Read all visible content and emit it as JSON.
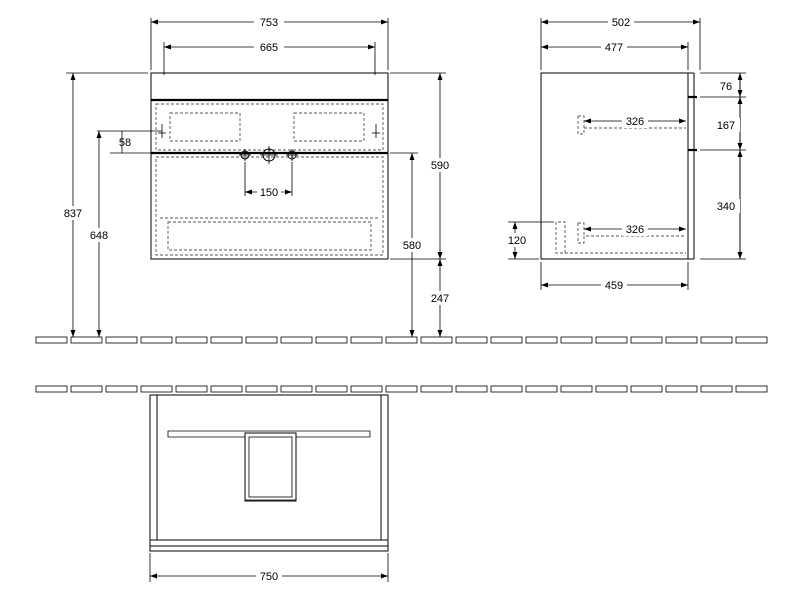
{
  "front": {
    "overall_width": "753",
    "basin_width": "665",
    "offset_58": "58",
    "tap_spacing": "150",
    "total_height": "837",
    "waste_height": "648",
    "cabinet_height": "590",
    "side_height": "580",
    "floor_clearance": "247"
  },
  "side": {
    "overall_depth": "502",
    "cabinet_depth": "477",
    "top_gap": "76",
    "upper_gap": "167",
    "lower_drawer": "340",
    "upper_drawer_depth": "326",
    "lower_drawer_depth": "326",
    "plinth_height": "120",
    "base_depth": "459"
  },
  "plan": {
    "width": "750"
  }
}
